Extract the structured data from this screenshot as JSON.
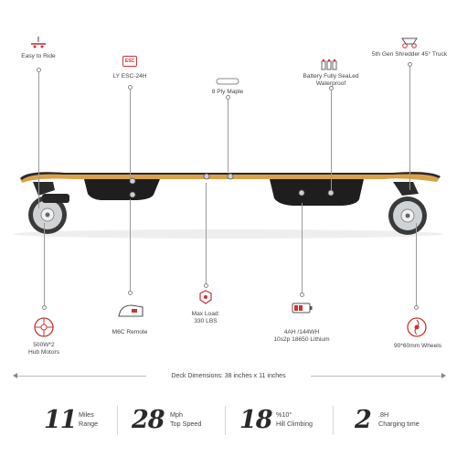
{
  "features": {
    "easy": "Easy to Ride",
    "esc": "LY ESC-24H",
    "esc_badge": "ESC",
    "maple": "8 Ply Maple",
    "battery": "Battery Fully SeaLed\nWaterproof",
    "truck": "5th Gen Shredder 45° Truck",
    "motors": "500W*2\nHub Motors",
    "remote": "M6C Remote",
    "load": "Max Load:\n330 LBS",
    "capacity": "4AH /144WH\n10s2p 18650 Lithium",
    "wheels": "90*60mm Wheels"
  },
  "deck_dimensions": "Deck Dimensions: 38 inches x 11 inches",
  "stats": [
    {
      "value": "11",
      "unit": "Miles",
      "label": "Range"
    },
    {
      "value": "28",
      "unit": "Mph",
      "label": "Top Speed"
    },
    {
      "value": "18",
      "unit": "%10°",
      "label": "Hill Climbing"
    },
    {
      "value": "2",
      "unit": ".8H",
      "label": "Charging time"
    }
  ],
  "colors": {
    "deck_wood": "#d9a24a",
    "deck_dark": "#1e1e1e",
    "text": "#333333"
  }
}
